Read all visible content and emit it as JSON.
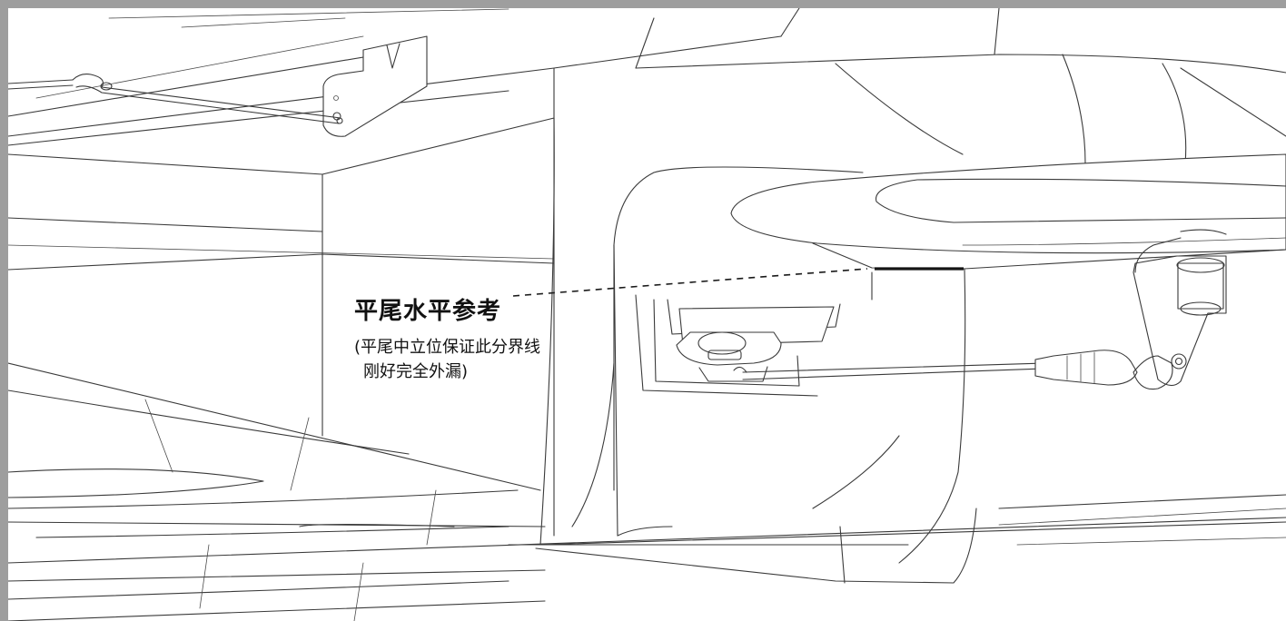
{
  "annotation": {
    "title": "平尾水平参考",
    "note_line1": "(平尾中立位保证此分界线",
    "note_line2": "刚好完全外漏)"
  },
  "colors": {
    "frame": "#9e9e9e",
    "linework": "#3a3a3a",
    "reference_line": "#151515"
  },
  "icons": [
    "horizontal-tail-part",
    "pushrod-part",
    "servo-mount-part",
    "control-horn-part"
  ]
}
